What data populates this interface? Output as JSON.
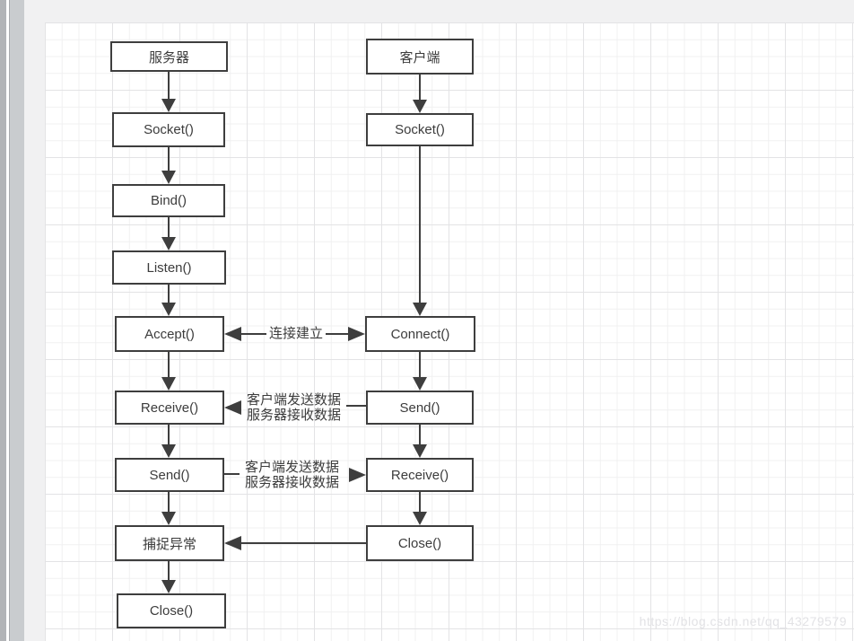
{
  "window": {
    "watermark": "https://blog.csdn.net/qq_43279579"
  },
  "colors": {
    "shape_border": "#3e3e3e",
    "connector_line": "#3e3e3e",
    "shape_fill": "#ffffff",
    "grid_minor_line": "#f0f0f1",
    "grid_major_line": "#e3e3e5",
    "canvas_margin": "#f1f1f2",
    "scrollbar_outer": "#b2b4b7",
    "scrollbar_inner": "#c9cccf",
    "watermark_text": "#e2e2e5"
  },
  "server": {
    "nodes": [
      {
        "label": "服务器"
      },
      {
        "label": "Socket()"
      },
      {
        "label": "Bind()"
      },
      {
        "label": "Listen()"
      },
      {
        "label": "Accept()"
      },
      {
        "label": "Receive()"
      },
      {
        "label": "Send()"
      },
      {
        "label": "捕捉异常"
      },
      {
        "label": "Close()"
      }
    ]
  },
  "client": {
    "nodes": [
      {
        "label": "客户端"
      },
      {
        "label": "Socket()"
      },
      {
        "label": "Connect()"
      },
      {
        "label": "Send()"
      },
      {
        "label": "Receive()"
      },
      {
        "label": "Close()"
      }
    ]
  },
  "connectors": {
    "establish": {
      "label": "连接建立"
    },
    "exchange_upper": {
      "line1": "客户端发送数据",
      "line2": "服务器接收数据"
    },
    "exchange_lower": {
      "line1": "客户端发送数据",
      "line2": "服务器接收数据"
    }
  }
}
